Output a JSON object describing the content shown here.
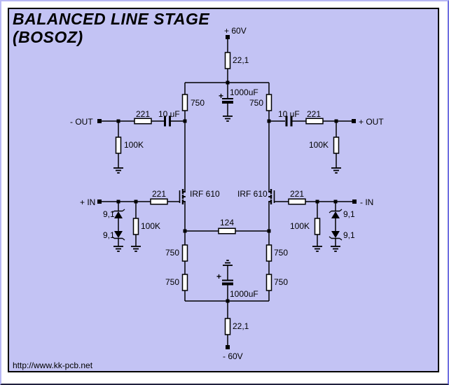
{
  "title": {
    "line1": "BALANCED LINE STAGE",
    "line2": "(BOSOZ)"
  },
  "footer": {
    "url": "http://www.kk-pcb.net"
  },
  "colors": {
    "canvas": "#c3c3f4",
    "wire": "#000000",
    "frame_light": "#b8b8f5",
    "frame_right": "#6e6ee0",
    "frame_dark": "#20203d",
    "board_border": "#000000"
  },
  "labels": {
    "supply_pos": "+ 60V",
    "supply_neg": "- 60V",
    "r_supply_top": "22,1",
    "r_supply_bottom": "22,1",
    "cap_top": "1000uF",
    "cap_bottom": "1000uF",
    "plus_top": "+",
    "plus_bottom": "+",
    "r_drain_left": "750",
    "r_drain_right": "750",
    "cap_out_left": "10 uF",
    "cap_out_right": "10 uF",
    "r_out_left": "221",
    "r_out_right": "221",
    "out_neg": "- OUT",
    "out_pos": "+ OUT",
    "r_gnd_out_left": "100K",
    "r_gnd_out_right": "100K",
    "in_pos": "+ IN",
    "in_neg": "- IN",
    "r_gate_left": "221",
    "r_gate_right": "221",
    "mosfet_left": "IRF 610",
    "mosfet_right": "IRF 610",
    "zener_left_top": "9,1",
    "zener_left_bottom": "9,1",
    "zener_right_top": "9,1",
    "zener_right_bottom": "9,1",
    "r_gnd_in_left": "100K",
    "r_gnd_in_right": "100K",
    "r_source_link": "124",
    "r_source_left_1": "750",
    "r_source_left_2": "750",
    "r_source_right_1": "750",
    "r_source_right_2": "750"
  }
}
